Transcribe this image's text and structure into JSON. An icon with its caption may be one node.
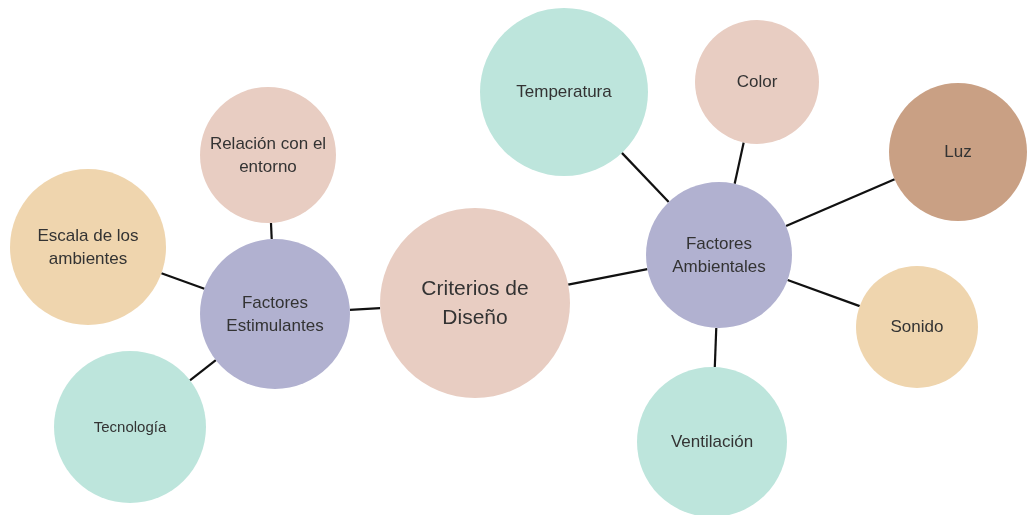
{
  "diagram": {
    "nodes": [
      {
        "text": [
          "Criterios de Diseño"
        ]
      },
      {
        "text": [
          "Factores Estimulantes"
        ]
      },
      {
        "text": [
          "Relación con el entorno"
        ]
      },
      {
        "text": [
          "Escala de los ambientes"
        ]
      },
      {
        "text": [
          "Tecnología"
        ]
      },
      {
        "text": [
          "Factores Ambientales"
        ]
      },
      {
        "text": [
          "Temperatura"
        ]
      },
      {
        "text": [
          "Color"
        ]
      },
      {
        "text": [
          "Luz"
        ]
      },
      {
        "text": [
          "Sonido"
        ]
      },
      {
        "text": [
          "Ventilación"
        ]
      }
    ],
    "edges": [
      {
        "from": 0,
        "to": 1,
        "arrow": "none"
      },
      {
        "from": 0,
        "to": 5,
        "arrow": "none"
      },
      {
        "from": 1,
        "to": 2,
        "arrow": "none"
      },
      {
        "from": 1,
        "to": 3,
        "arrow": "none"
      },
      {
        "from": 1,
        "to": 4,
        "arrow": "none"
      },
      {
        "from": 5,
        "to": 6,
        "arrow": "none"
      },
      {
        "from": 5,
        "to": 7,
        "arrow": "none"
      },
      {
        "from": 5,
        "to": 8,
        "arrow": "none"
      },
      {
        "from": 5,
        "to": 9,
        "arrow": "none"
      },
      {
        "from": 5,
        "to": 10,
        "arrow": "none"
      }
    ]
  }
}
